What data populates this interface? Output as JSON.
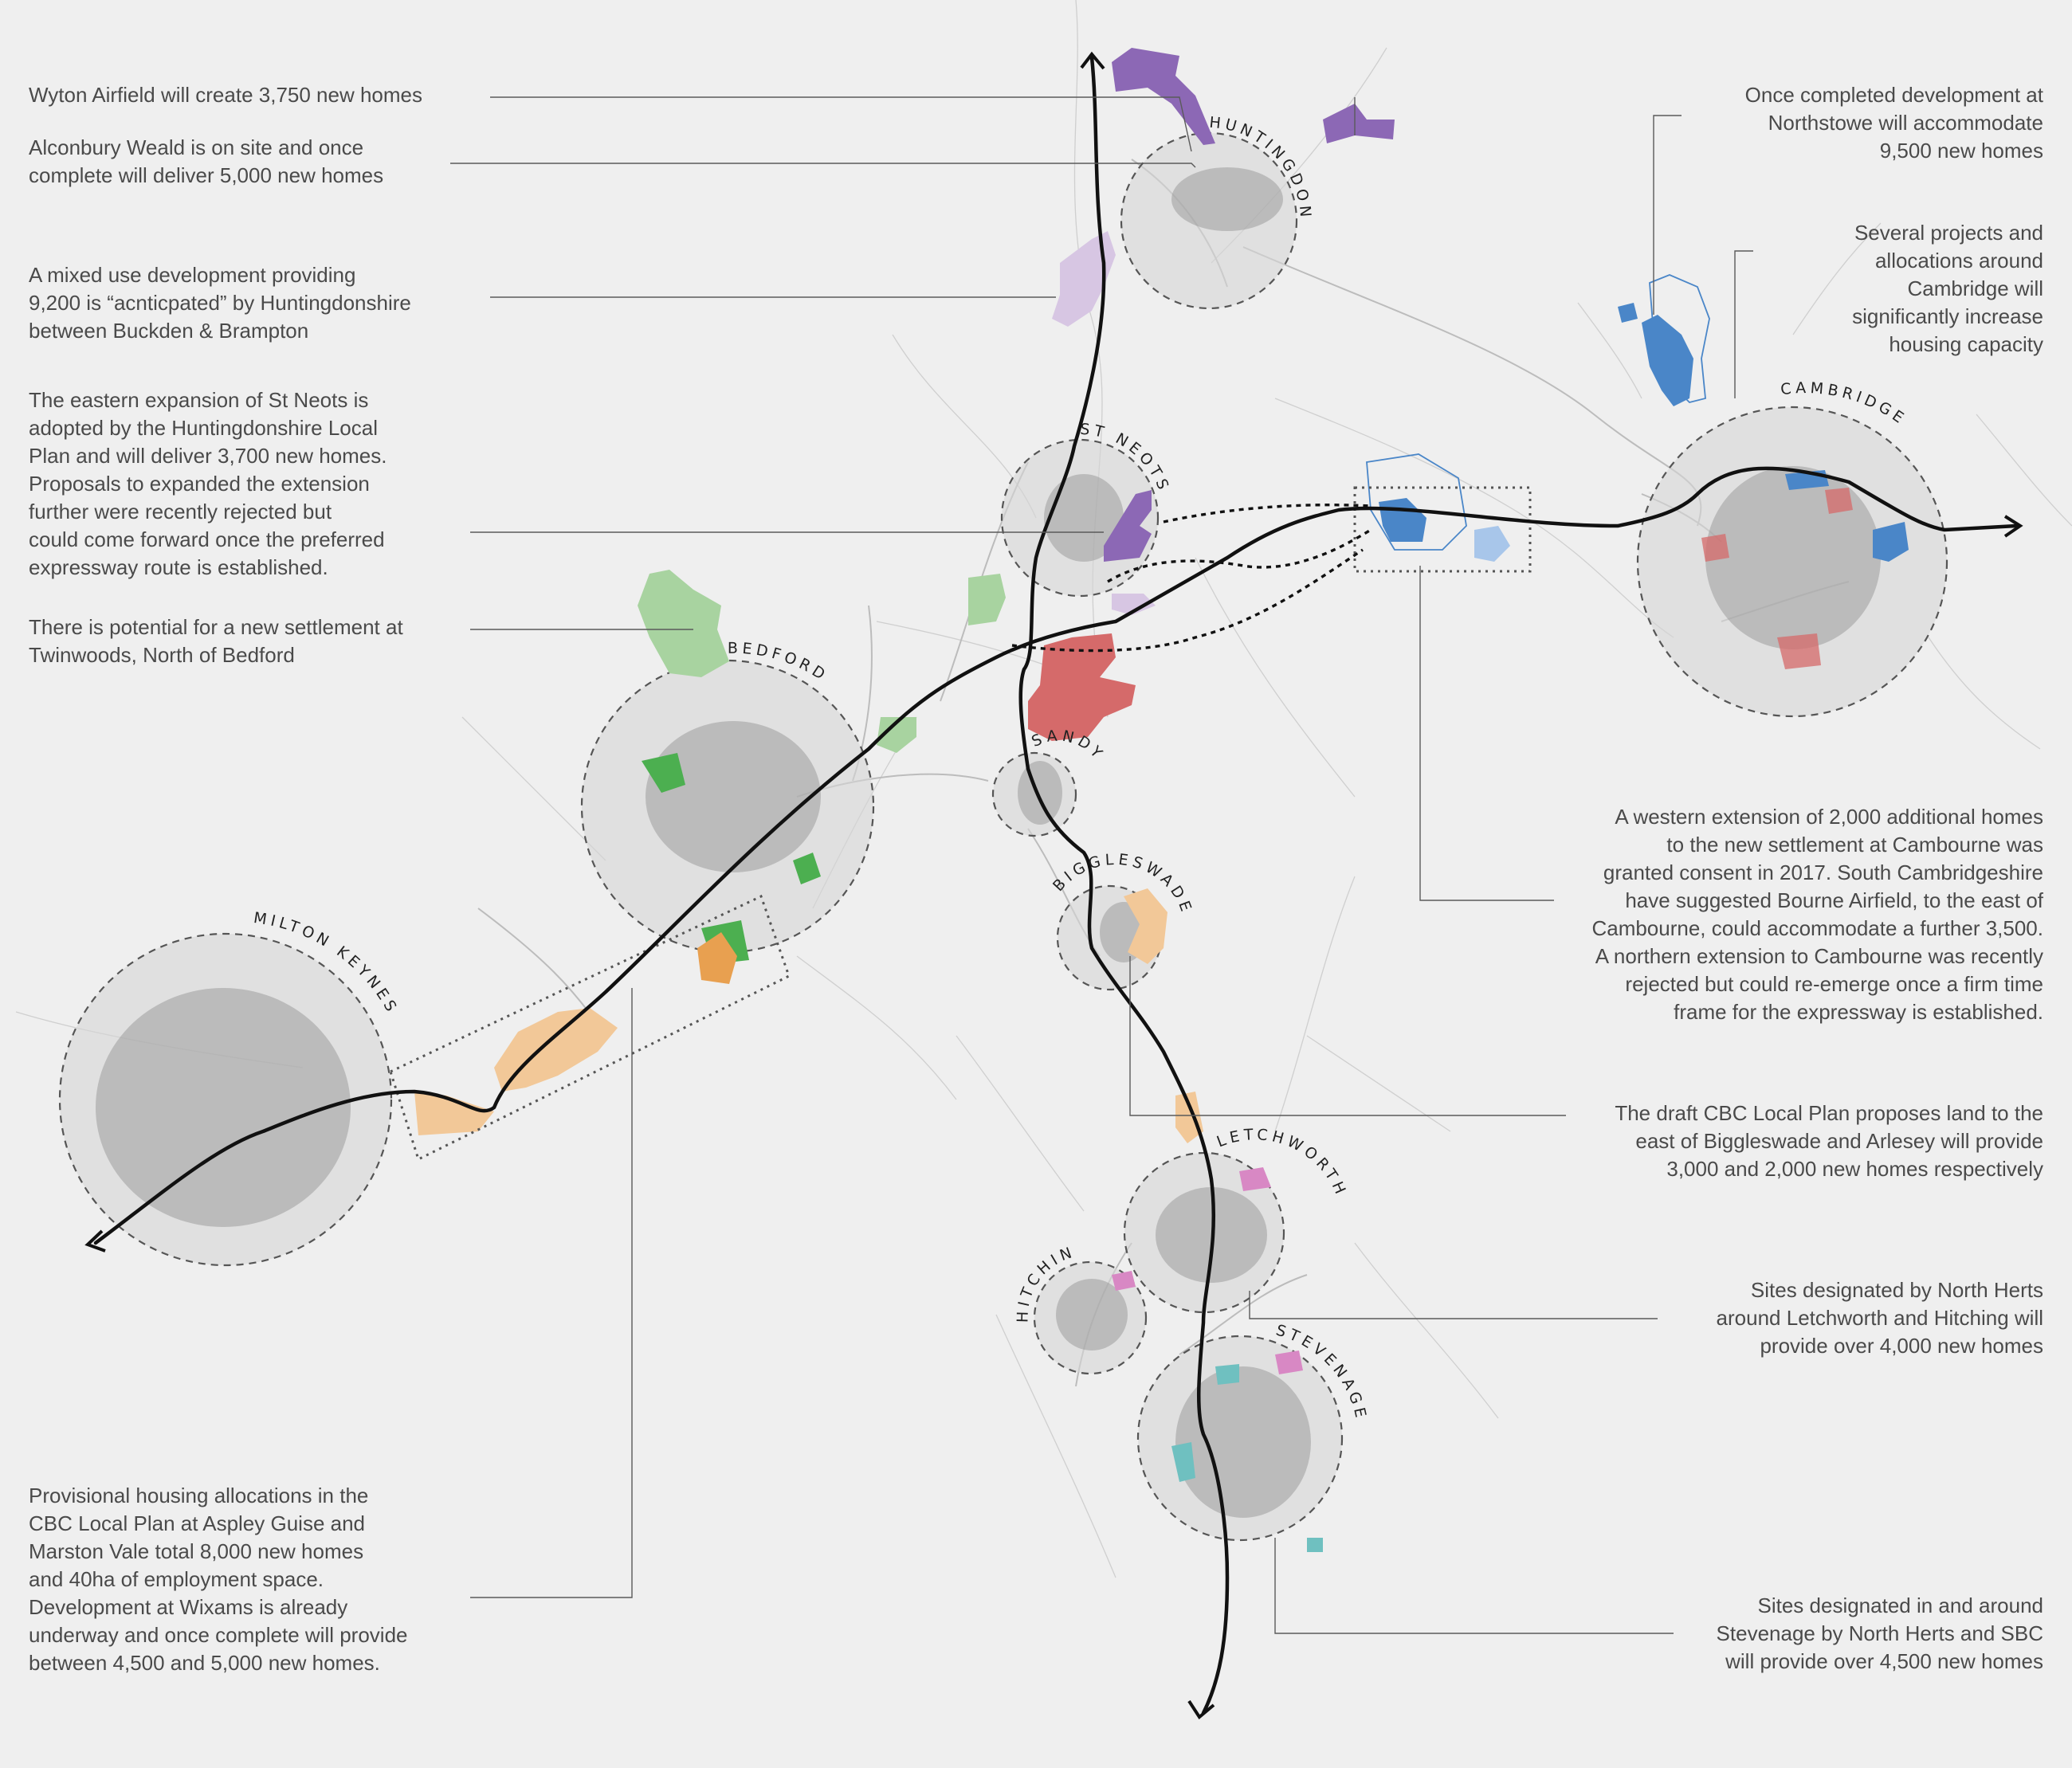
{
  "colors": {
    "background": "#efefef",
    "purple": "#8c68b5",
    "lilac": "#d7c6e3",
    "blue": "#4a86c8",
    "light_blue": "#a8c6ea",
    "red": "#d56a6a",
    "light_green": "#a8d3a0",
    "green": "#4caf50",
    "orange": "#e8a050",
    "light_orange": "#f2c898",
    "pink": "#d888c4",
    "teal": "#6fc0c0",
    "route": "#111111"
  },
  "towns": {
    "huntingdon": "HUNTINGDON",
    "st_neots": "ST NEOTS",
    "bedford": "BEDFORD",
    "sandy": "SANDY",
    "biggleswade": "BIGGLESWADE",
    "milton_keynes": "MILTON KEYNES",
    "cambridge": "CAMBRIDGE",
    "letchworth": "LETCHWORTH",
    "hitchin": "HITCHIN",
    "stevenage": "STEVENAGE"
  },
  "annotations": {
    "wyton": "Wyton Airfield will create 3,750 new homes",
    "alconbury": "Alconbury Weald is on site and once\ncomplete will deliver 5,000 new homes",
    "buckden": "A mixed use development providing\n9,200 is “acnticpated” by Huntingdonshire\nbetween Buckden & Brampton",
    "st_neots": "The eastern expansion of St Neots is\nadopted by the Huntingdonshire Local\nPlan and will deliver 3,700 new homes.\nProposals to expanded the extension\nfurther were recently rejected but\ncould come forward once the preferred\nexpressway route is established.",
    "twinwoods": "There is potential for a new settlement at\nTwinwoods, North of Bedford",
    "aspley": "Provisional housing allocations in the\nCBC Local Plan at Aspley Guise and\nMarston Vale total 8,000 new homes\nand 40ha of employment space.\nDevelopment at Wixams is already\nunderway and once complete will provide\nbetween 4,500 and 5,000 new homes.",
    "northstowe": "Once completed development at\nNorthstowe will accommodate\n9,500 new homes",
    "cambridge": "Several projects and\nallocations around\nCambridge will\nsignificantly increase\nhousing capacity",
    "cambourne": "A western extension of 2,000 additional homes\nto the new settlement at Cambourne was\ngranted  consent in 2017. South Cambridgeshire\nhave suggested Bourne Airfield, to the east of\nCambourne, could accommodate a further 3,500.\nA northern extension to Cambourne was recently\nrejected but could re-emerge once a firm time\nframe for the expressway is established.",
    "biggleswade": "The draft CBC Local Plan proposes land to the\neast of Biggleswade and Arlesey will provide\n3,000 and 2,000 new homes respectively",
    "letchworth": "Sites designated by North Herts\naround Letchworth and Hitching will\nprovide over 4,000 new homes",
    "stevenage": "Sites designated in and around\nStevenage by North Herts and SBC\nwill provide  over 4,500 new homes"
  }
}
